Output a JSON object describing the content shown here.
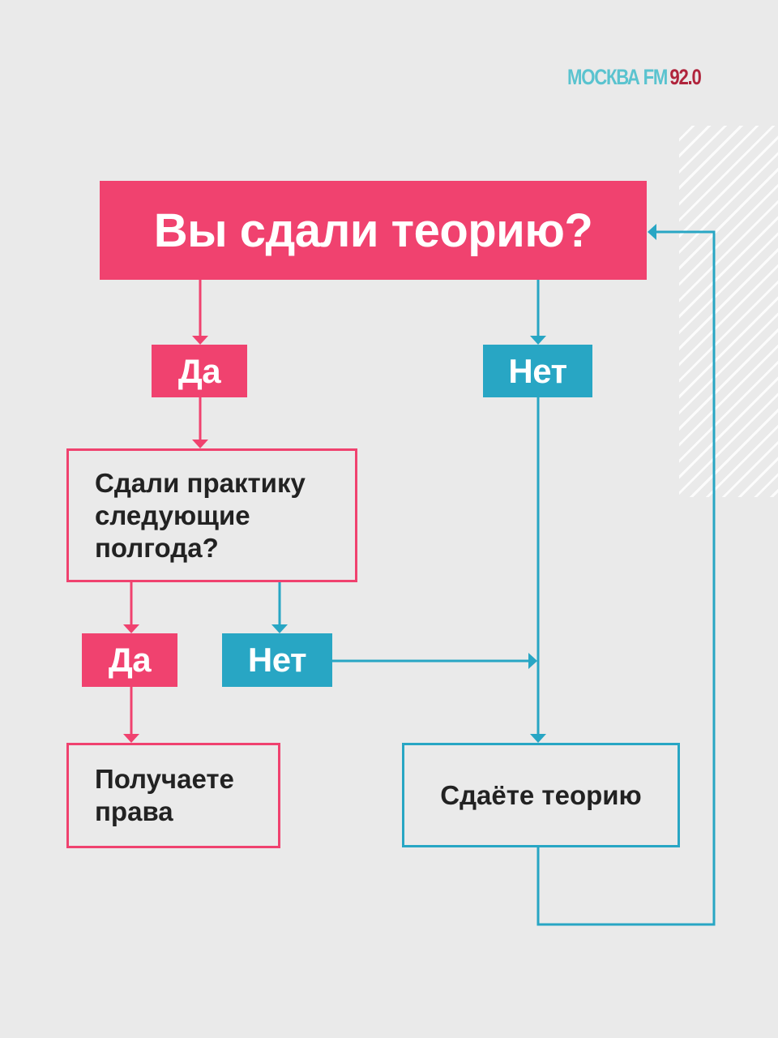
{
  "brand": {
    "name": "МОСКВА",
    "fm": "FM",
    "frequency": "92.0"
  },
  "diagram": {
    "question_theory": "Вы сдали теорию?",
    "yes_1": "Да",
    "no_1": "Нет",
    "question_practice": "Сдали практику\nследующие\nполгода?",
    "yes_2": "Да",
    "no_2": "Нет",
    "result_license": "Получаете\nправа",
    "result_retake": "Сдаёте теорию"
  },
  "colors": {
    "pink": "#f0426f",
    "blue": "#28a6c4",
    "background": "#eaeaea",
    "brand_red": "#b0243c"
  }
}
